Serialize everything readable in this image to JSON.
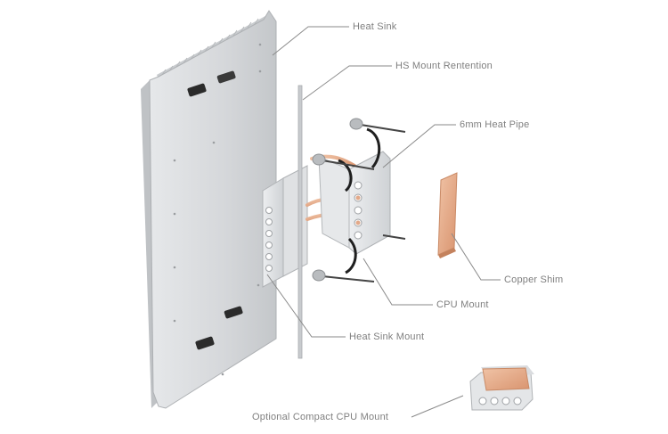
{
  "callouts": {
    "heat_sink": "Heat Sink",
    "hs_mount_retention": "HS Mount Rentention",
    "heat_pipe": "6mm Heat Pipe",
    "copper_shim": "Copper Shim",
    "cpu_mount": "CPU Mount",
    "heat_sink_mount": "Heat Sink Mount",
    "optional_compact_mount": "Optional Compact CPU Mount"
  },
  "colors": {
    "aluminum": "#d6d8db",
    "aluminum_shadow": "#b9bcc0",
    "copper": "#e2a98a",
    "leader_line": "#8a8a8a",
    "label_text": "#7f7f7f",
    "screw_dark": "#2b2b2b"
  }
}
